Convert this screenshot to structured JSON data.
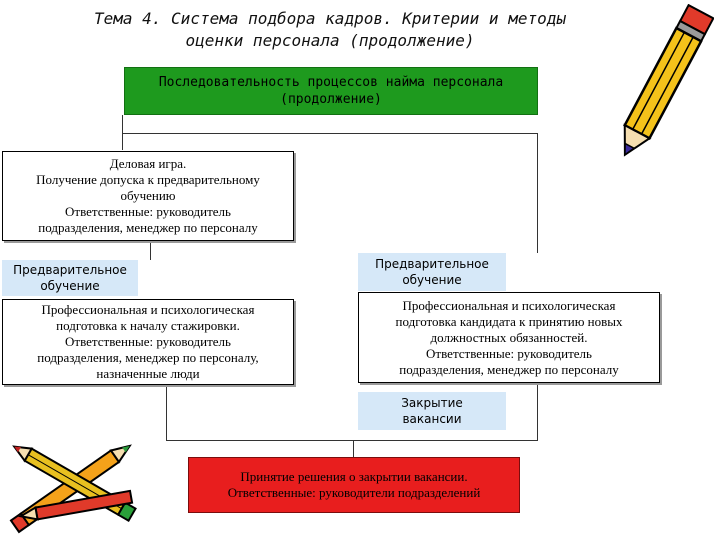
{
  "title": {
    "line1": "Тема 4. Система подбора кадров. Критерии и методы",
    "line2": "оценки персонала (продолжение)"
  },
  "header_box": {
    "line1": "Последовательность процессов найма персонала",
    "line2": "(продолжение)"
  },
  "business_game": {
    "lines": [
      "Деловая игра.",
      "Получение допуска к предварительному",
      "обучению",
      "Ответственные: руководитель",
      "подразделения, менеджер по персоналу"
    ]
  },
  "left_branch": {
    "label": [
      "Предварительное",
      "обучение"
    ],
    "box_lines": [
      "Профессиональная и психологическая",
      "подготовка к началу стажировки.",
      "Ответственные: руководитель",
      "подразделения, менеджер по персоналу,",
      "назначенные люди"
    ]
  },
  "right_branch": {
    "label": [
      "Предварительное",
      "обучение"
    ],
    "box_lines": [
      "Профессиональная и психологическая",
      "подготовка кандидата к принятию новых",
      "должностных обязанностей.",
      "Ответственные: руководитель",
      "подразделения, менеджер по персоналу"
    ]
  },
  "closing": {
    "label": [
      "Закрытие",
      "вакансии"
    ]
  },
  "decision_box": {
    "lines": [
      "Принятие решения о закрытии вакансии.",
      "Ответственные: руководители подразделений"
    ]
  },
  "colors": {
    "header": "#1e9a1e",
    "label": "#d6e8f8",
    "decision": "#e81e1e"
  },
  "icons": [
    "pencil-icon",
    "crossed-pencils-icon"
  ]
}
